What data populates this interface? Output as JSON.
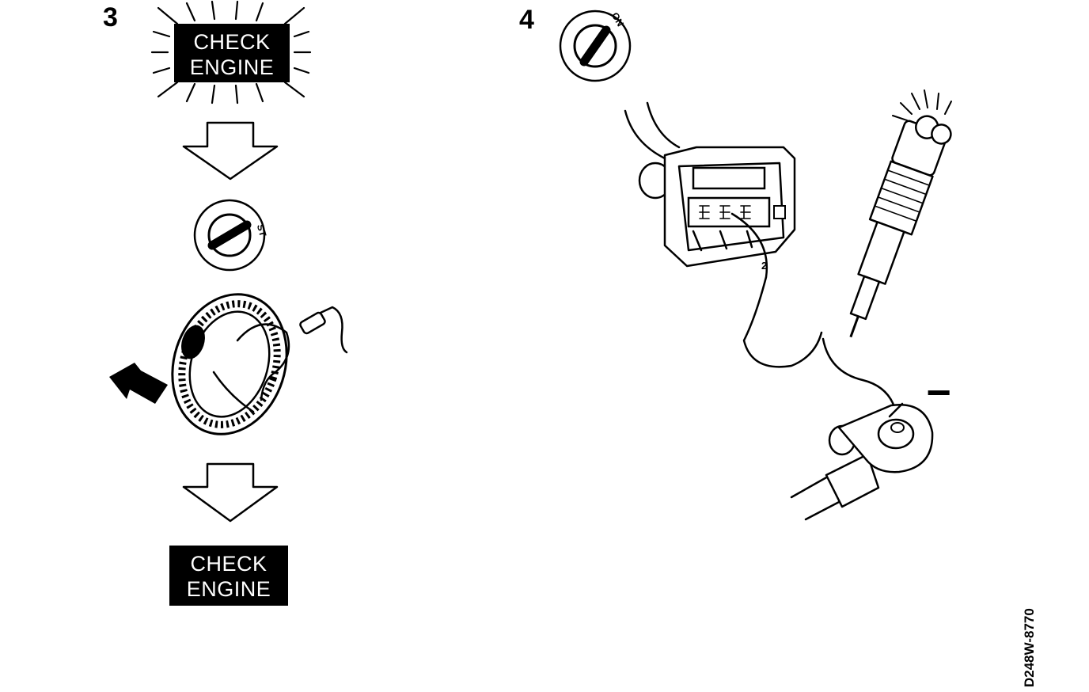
{
  "step3": {
    "number": "3",
    "lamp_flashing": {
      "line1": "CHECK",
      "line2": "ENGINE"
    },
    "ignition_key": {
      "label": "ST"
    },
    "lamp_steady": {
      "line1": "CHECK",
      "line2": "ENGINE"
    }
  },
  "step4": {
    "number": "4",
    "ignition_key": {
      "label": "ON"
    },
    "connector_pin_label": "2",
    "ground_sign": "−"
  },
  "figure_code": "D248W-8770",
  "icons": [
    "arrow-down-icon",
    "ignition-key-icon",
    "flywheel-sensor-icon",
    "connector-icon",
    "test-lamp-icon",
    "ground-terminal-icon"
  ]
}
